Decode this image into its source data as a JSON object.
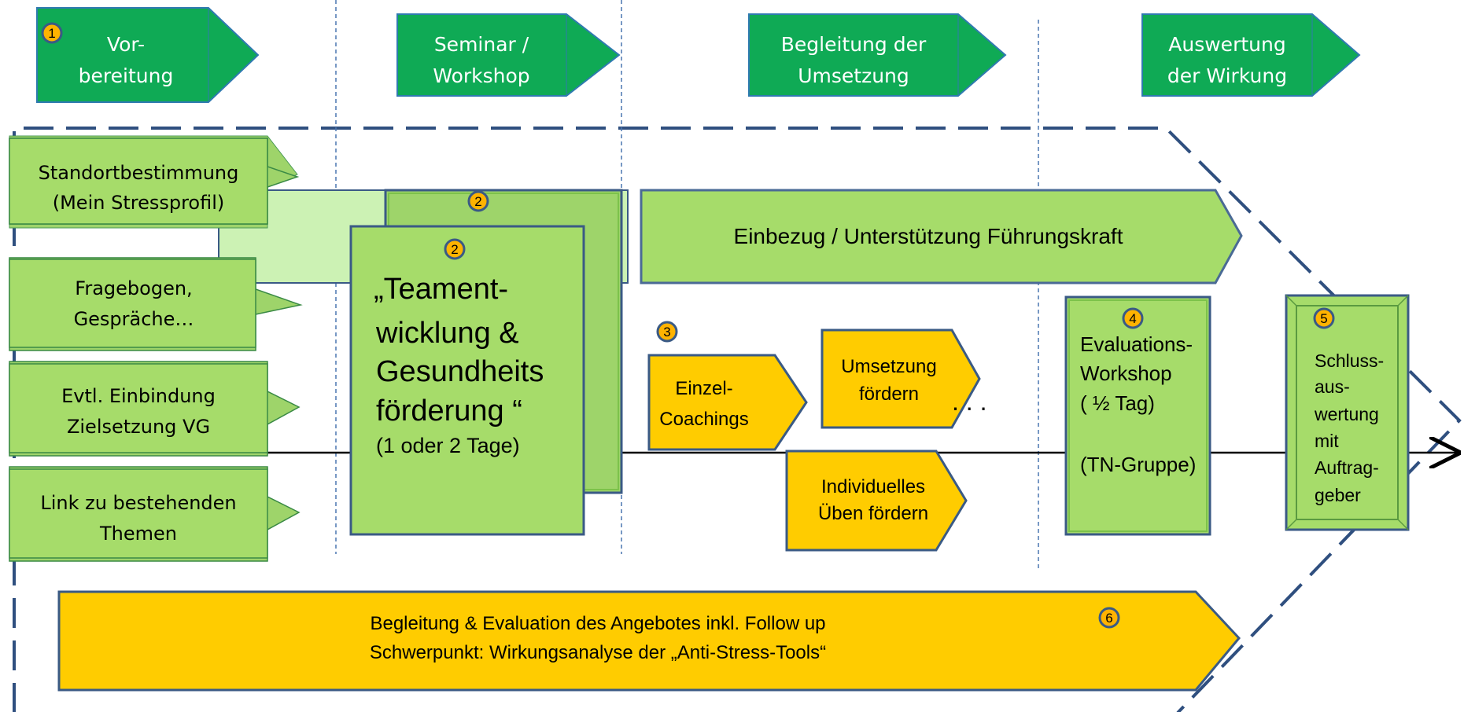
{
  "colors": {
    "phase_green": "#0faa55",
    "light_green": "#a6dc6a",
    "pale_green": "#ccf2b4",
    "yellow": "#ffcc00",
    "badge": "#ffb300",
    "border_blue": "#3a5a85",
    "dash_blue": "#2f4f7f"
  },
  "phases": [
    {
      "line1": "Vor-",
      "line2": "bereitung",
      "badge": "1"
    },
    {
      "line1": "Seminar /",
      "line2": "Workshop"
    },
    {
      "line1": "Begleitung der",
      "line2": "Umsetzung"
    },
    {
      "line1": "Auswertung",
      "line2": "der Wirkung"
    }
  ],
  "prep_items": [
    {
      "line1": "Standortbestimmung",
      "line2": "(Mein Stressprofil)"
    },
    {
      "line1": "Fragebogen,",
      "line2": "Gespräche…"
    },
    {
      "line1": "Evtl. Einbindung",
      "line2": "Zielsetzung VG"
    },
    {
      "line1": "Link zu bestehenden",
      "line2": "Themen"
    }
  ],
  "seminar": {
    "badge": "2",
    "back_badge": "2",
    "line1": "„Teament-",
    "line2": "wicklung &",
    "line3": "Gesundheits",
    "line4": "förderung “",
    "line5": "(1 oder 2 Tage)"
  },
  "leader_bar": {
    "label": "Einbezug / Unterstützung Führungskraft"
  },
  "coaching": {
    "badge": "3",
    "line1": "Einzel-",
    "line2": "Coachings"
  },
  "umsetzung": {
    "line1": "Umsetzung",
    "line2": "fördern"
  },
  "ueben": {
    "line1": "Individuelles",
    "line2": "Üben fördern"
  },
  "ellipsis": ". . .",
  "evaluation": {
    "badge": "4",
    "line1": "Evaluations-",
    "line2": "Workshop",
    "line3": "( ½ Tag)",
    "line4": "(TN-Gruppe)"
  },
  "final": {
    "badge": "5",
    "line1": "Schluss-",
    "line2": "aus-",
    "line3": "wertung",
    "line4": "mit",
    "line5": "Auftrag-",
    "line6": "geber"
  },
  "bottom_bar": {
    "badge": "6",
    "line1": "Begleitung & Evaluation des Angebotes inkl. Follow up",
    "line2": "Schwerpunkt: Wirkungsanalyse der  „Anti-Stress-Tools“"
  }
}
